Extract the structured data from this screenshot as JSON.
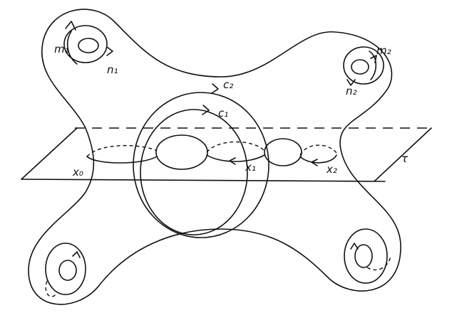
{
  "labels": {
    "m1": "m₁",
    "n1": "n₁",
    "m2": "m₂",
    "n2": "n₂",
    "c2": "c₂",
    "c1": "c₁",
    "x0": "x₀",
    "x1": "x₁",
    "x2": "x₂",
    "tau": "τ"
  },
  "colors": {
    "ink": "#111111",
    "background": "#ffffff"
  }
}
